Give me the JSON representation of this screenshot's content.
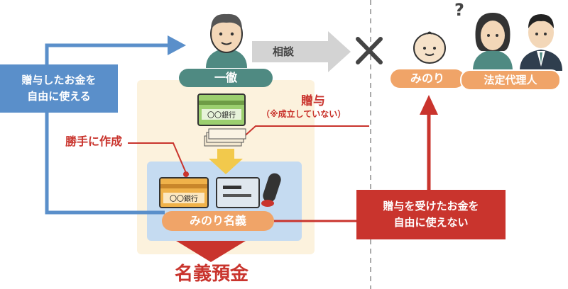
{
  "left_box": {
    "line1": "贈与したお金を",
    "line2": "自由に使える"
  },
  "father": {
    "name": "一徹"
  },
  "consult": {
    "label": "相談"
  },
  "right": {
    "child_name": "みのり",
    "guardian_label": "法定代理人",
    "question_mark": "?"
  },
  "gift": {
    "title": "贈与",
    "note": "（※成立していない）"
  },
  "bank": {
    "card_label": "〇〇銀行",
    "card_label_2": "〇〇銀行"
  },
  "katte": {
    "label": "勝手に作成"
  },
  "account_name": {
    "label": "みのり名義"
  },
  "right_box": {
    "line1": "贈与を受けたお金を",
    "line2": "自由に使えない"
  },
  "bottom": {
    "title": "名義預金"
  },
  "colors": {
    "blue": "#5a8fca",
    "red": "#c9342d",
    "orange": "#f0a468",
    "teal": "#4f8a82",
    "cream": "#fcf2dd",
    "lightblue": "#c5dbf1",
    "grey": "#d3d3d3"
  }
}
